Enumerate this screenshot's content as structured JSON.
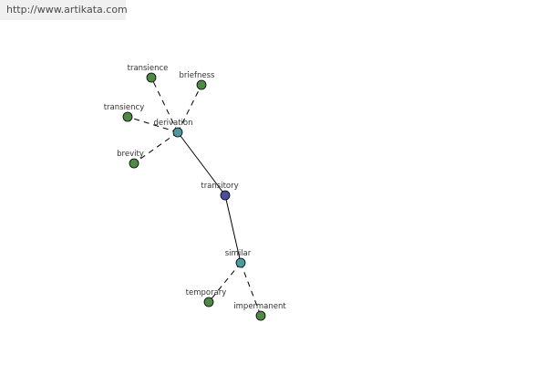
{
  "watermark": {
    "text": "http://www.artikata.com"
  },
  "colors": {
    "center": "#4a4f9a",
    "hub": "#4a9aa0",
    "leaf": "#4f8a45"
  },
  "graph": {
    "nodes": [
      {
        "id": "transitory",
        "label": "transitory",
        "kind": "center"
      },
      {
        "id": "derivation",
        "label": "derivation",
        "kind": "hub"
      },
      {
        "id": "similar",
        "label": "similar",
        "kind": "hub"
      },
      {
        "id": "transience",
        "label": "transience",
        "kind": "leaf"
      },
      {
        "id": "briefness",
        "label": "briefness",
        "kind": "leaf"
      },
      {
        "id": "transiency",
        "label": "transiency",
        "kind": "leaf"
      },
      {
        "id": "brevity",
        "label": "brevity",
        "kind": "leaf"
      },
      {
        "id": "temporary",
        "label": "temporary",
        "kind": "leaf"
      },
      {
        "id": "impermanent",
        "label": "impermanent",
        "kind": "leaf"
      }
    ],
    "edges": [
      {
        "from": "transitory",
        "to": "derivation",
        "style": "solid"
      },
      {
        "from": "transitory",
        "to": "similar",
        "style": "solid"
      },
      {
        "from": "derivation",
        "to": "transience",
        "style": "dashed"
      },
      {
        "from": "derivation",
        "to": "briefness",
        "style": "dashed"
      },
      {
        "from": "derivation",
        "to": "transiency",
        "style": "dashed"
      },
      {
        "from": "derivation",
        "to": "brevity",
        "style": "dashed"
      },
      {
        "from": "similar",
        "to": "temporary",
        "style": "dashed"
      },
      {
        "from": "similar",
        "to": "impermanent",
        "style": "dashed"
      }
    ]
  }
}
